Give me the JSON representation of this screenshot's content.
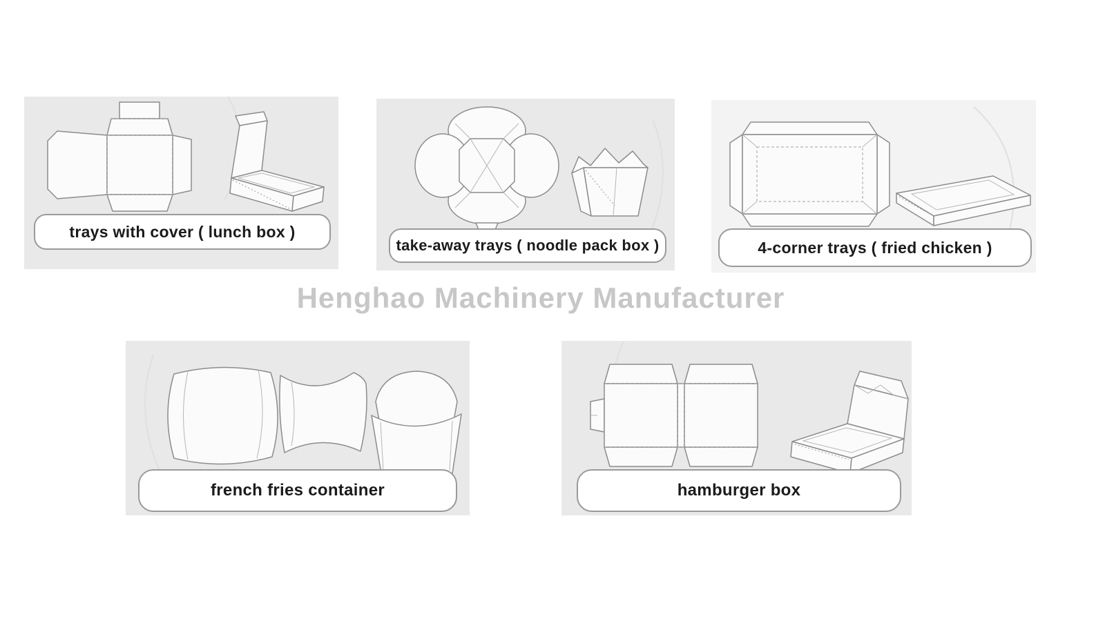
{
  "watermark": "Henghao Machinery Manufacturer",
  "panels": [
    {
      "id": "trays-with-cover",
      "label": "trays with cover ( lunch box )"
    },
    {
      "id": "take-away-trays",
      "label": "take-away trays ( noodle pack box )"
    },
    {
      "id": "four-corner-trays",
      "label": "4-corner trays ( fried chicken )"
    },
    {
      "id": "french-fries",
      "label": "french fries container"
    },
    {
      "id": "hamburger-box",
      "label": "hamburger box"
    }
  ],
  "colors": {
    "panel_bg": "#e9e9e9",
    "panel_bg_light": "#f3f3f3",
    "line": "#8c8c8c",
    "shape_fill": "#fbfbfb",
    "watermark": "#c7c7c7",
    "label_text": "#1b1b1b",
    "pill_border": "#9a9a9a"
  }
}
